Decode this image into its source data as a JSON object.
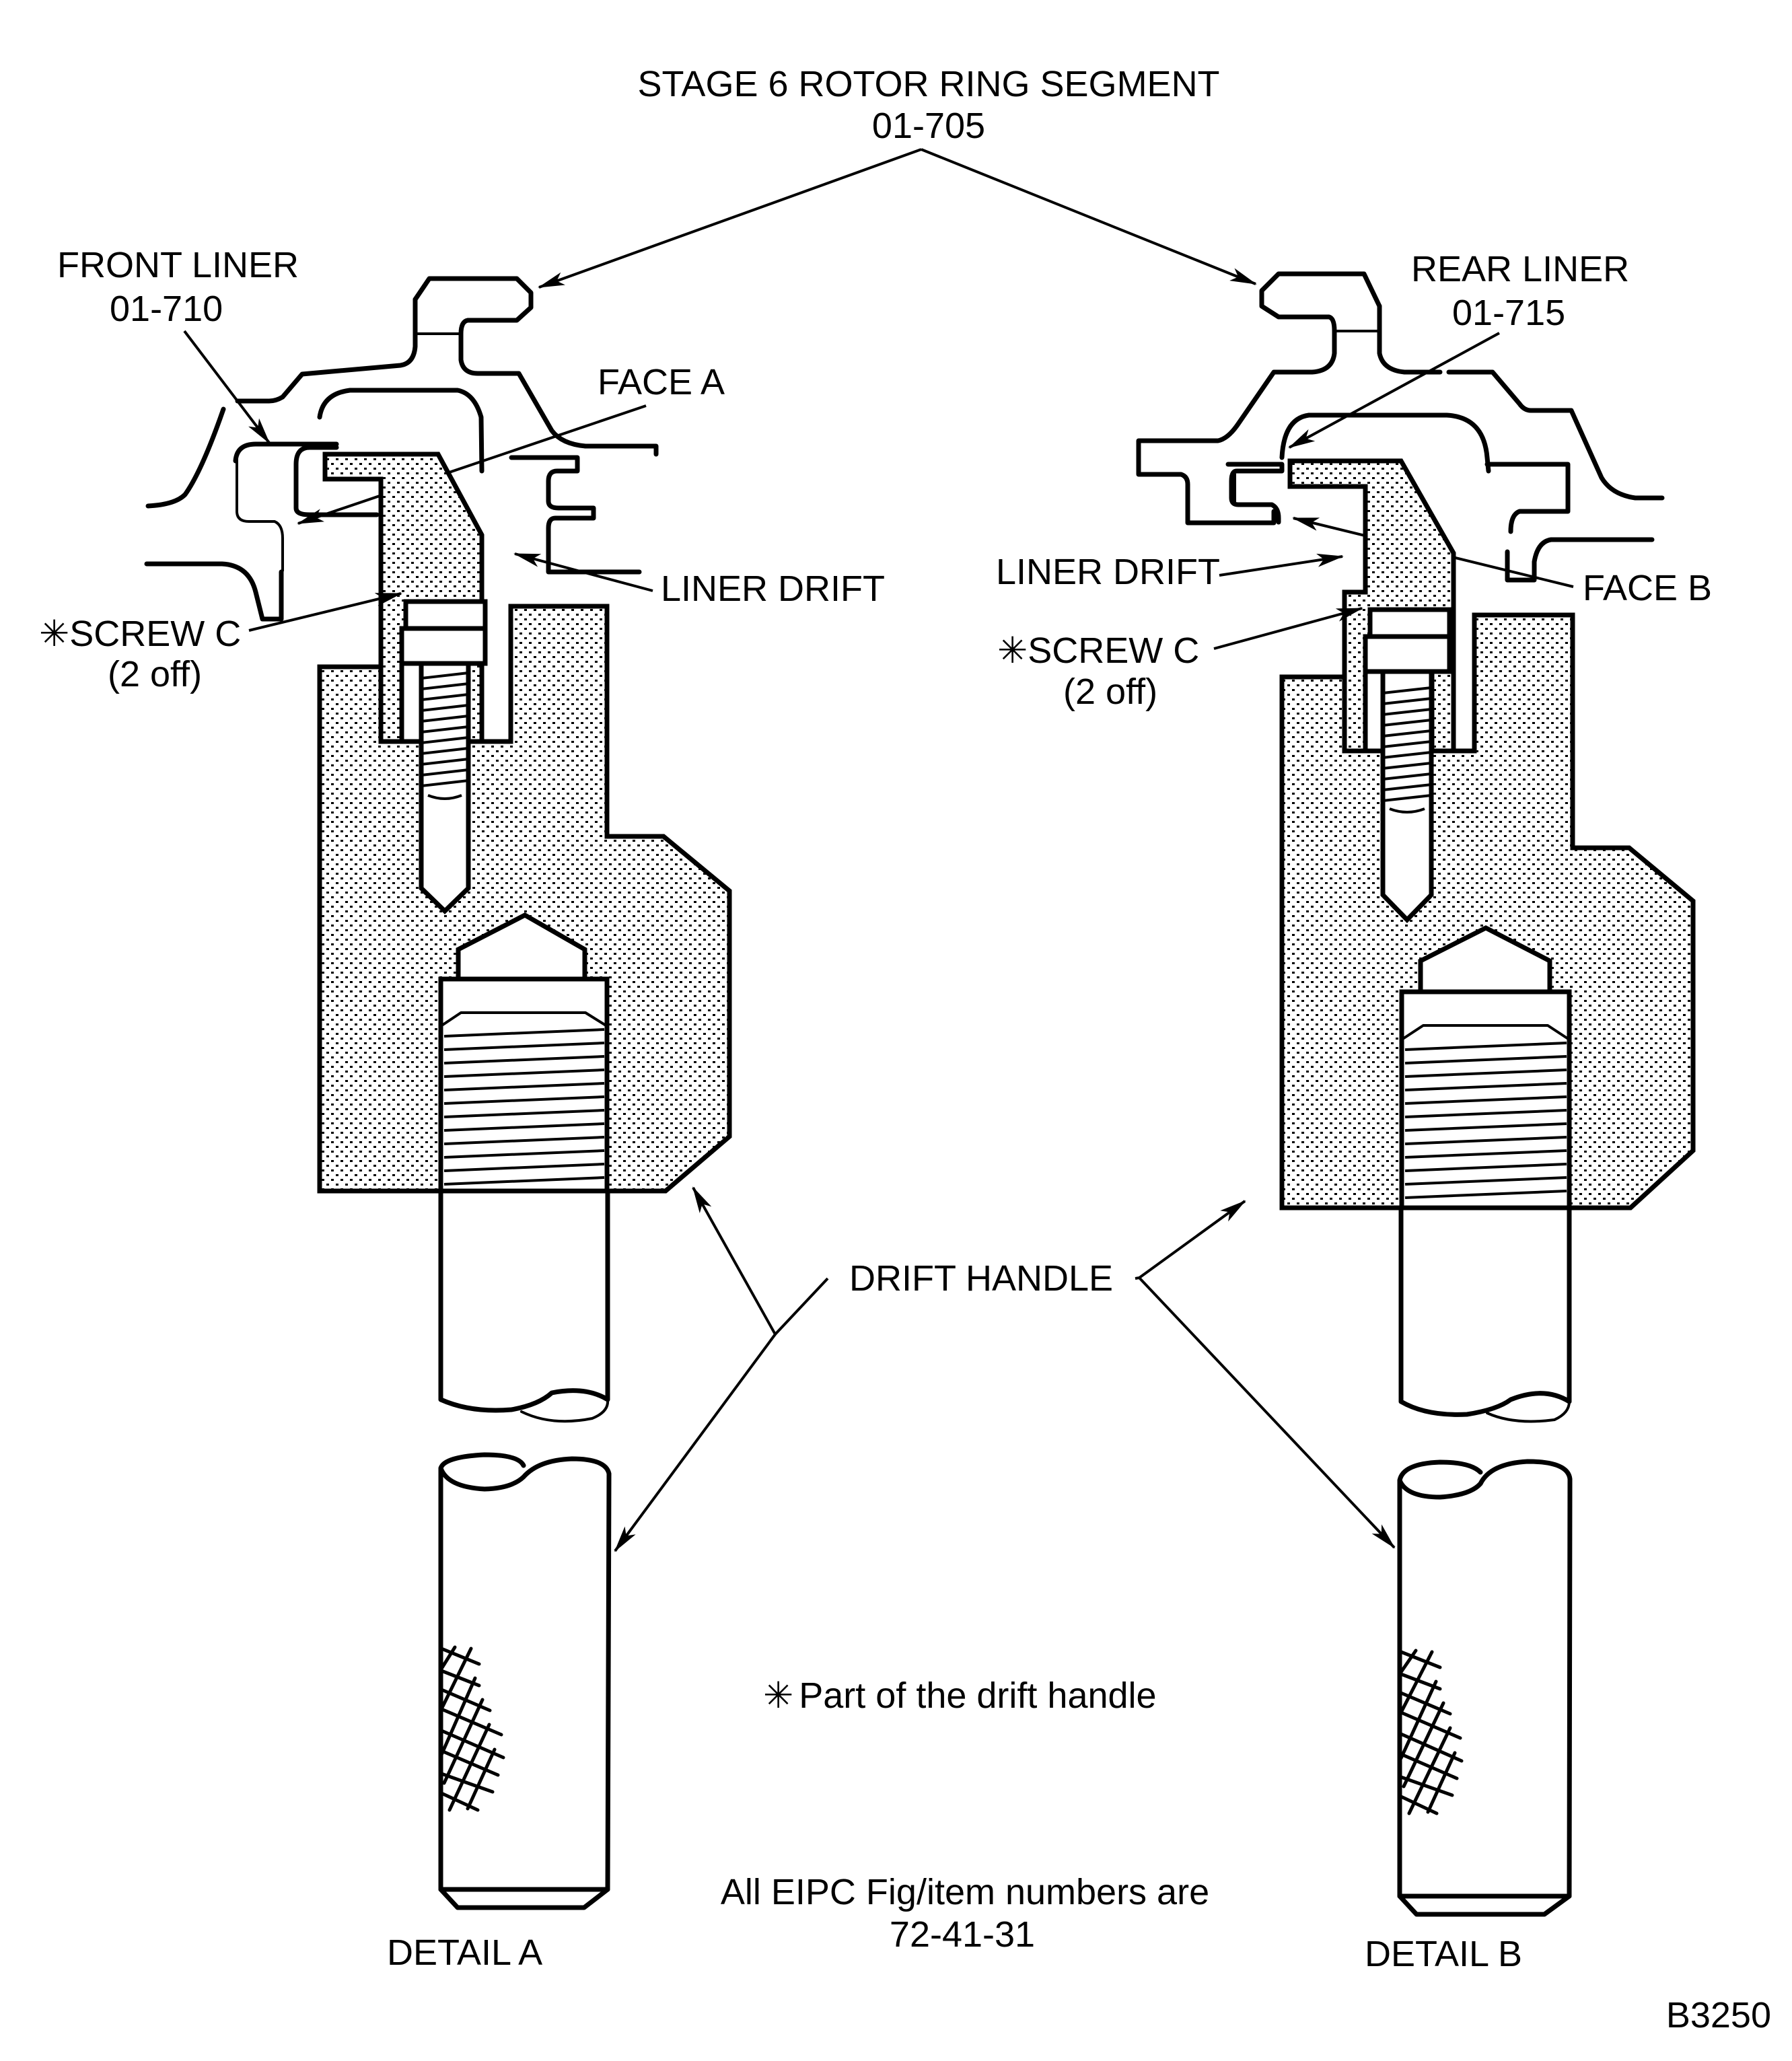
{
  "figure": {
    "id": "B3250",
    "title_lines": [
      "STAGE 6 ROTOR RING SEGMENT",
      "01-705"
    ],
    "footnote": "Part of the drift handle",
    "footnote_marker": "✳",
    "eipc_note_lines": [
      "All EIPC Fig/item numbers are",
      "72-41-31"
    ],
    "shared_label": "DRIFT HANDLE",
    "colors": {
      "ink": "#000000",
      "paper": "#ffffff"
    }
  },
  "details": [
    {
      "name": "DETAIL A",
      "liner_label_lines": [
        "FRONT LINER",
        "01-710"
      ],
      "face_label": "FACE A",
      "drift_label": "LINER DRIFT",
      "screw_label": "SCREW C",
      "screw_marker": "✳",
      "screw_qty": "(2 off)"
    },
    {
      "name": "DETAIL B",
      "liner_label_lines": [
        "REAR LINER",
        "01-715"
      ],
      "face_label": "FACE B",
      "drift_label": "LINER DRIFT",
      "screw_label": "SCREW C",
      "screw_marker": "✳",
      "screw_qty": "(2 off)"
    }
  ]
}
